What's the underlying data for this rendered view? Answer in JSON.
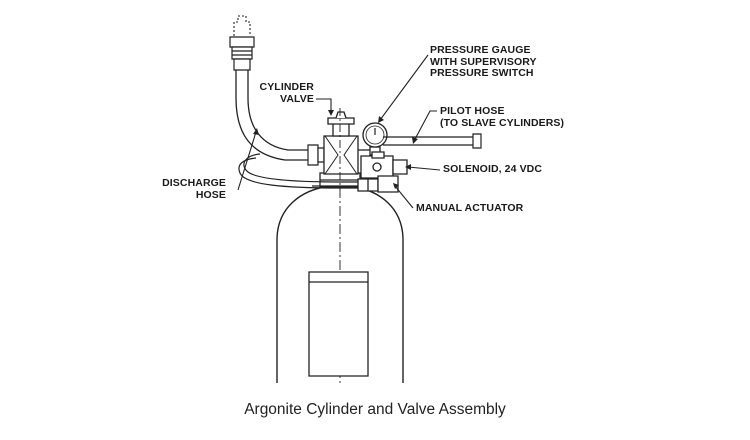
{
  "labels": {
    "cylinder_valve": [
      "CYLINDER",
      "VALVE"
    ],
    "pressure_gauge": [
      "PRESSURE GAUGE",
      "WITH SUPERVISORY",
      "PRESSURE SWITCH"
    ],
    "pilot_hose": [
      "PILOT HOSE",
      "(TO SLAVE CYLINDERS)"
    ],
    "solenoid": "SOLENOID, 24 VDC",
    "discharge_hose": [
      "DISCHARGE",
      "HOSE"
    ],
    "manual_actuator": "MANUAL ACTUATOR"
  },
  "caption": "Argonite Cylinder and Valve Assembly"
}
